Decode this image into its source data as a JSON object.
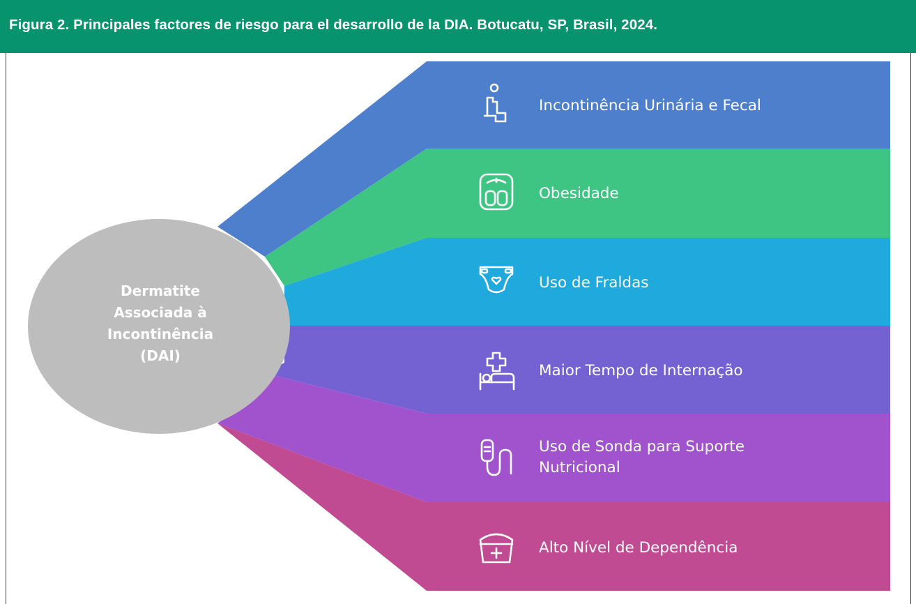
{
  "caption": "Figura 2.  Principales factores de riesgo para el desarrollo de la DIA. Botucatu, SP, Brasil, 2024.",
  "center": {
    "lines": [
      "Dermatite",
      "Associada à",
      "Incontinência",
      "(DAI)"
    ],
    "color": "#bdbdbd"
  },
  "factors": [
    {
      "lines": [
        "Incontinência Urinária e Fecal"
      ],
      "color": "#4e7fcc",
      "icon": "seated-person-icon"
    },
    {
      "lines": [
        "Obesidade"
      ],
      "color": "#3fc583",
      "icon": "scale-icon"
    },
    {
      "lines": [
        "Uso de Fraldas"
      ],
      "color": "#1fa9dc",
      "icon": "diaper-icon"
    },
    {
      "lines": [
        "Maior Tempo de Internação"
      ],
      "color": "#7462d2",
      "icon": "hospital-bed-icon"
    },
    {
      "lines": [
        "Uso de Sonda para Suporte",
        "Nutricional"
      ],
      "color": "#a053cd",
      "icon": "feeding-tube-icon"
    },
    {
      "lines": [
        "Alto Nível de Dependência"
      ],
      "color": "#c04b93",
      "icon": "nurse-cap-icon"
    }
  ],
  "colors": {
    "caption_bar": "#06936d"
  }
}
